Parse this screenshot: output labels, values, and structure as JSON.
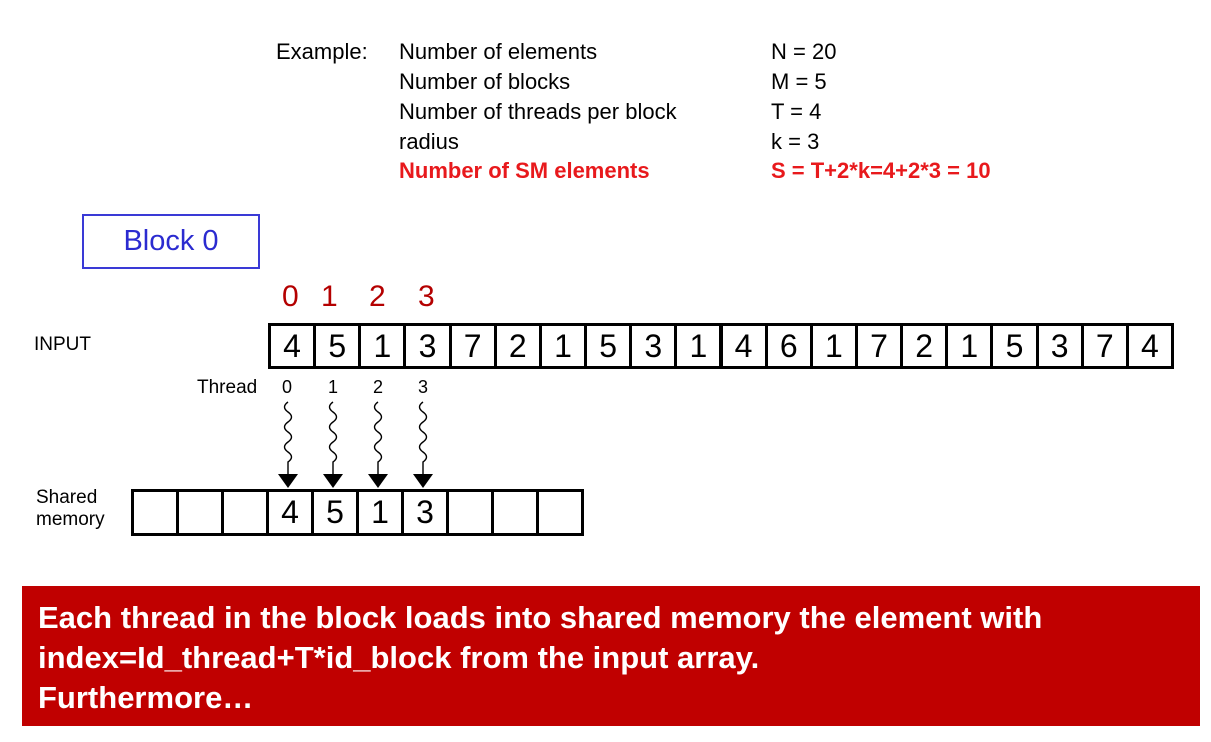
{
  "example": {
    "label": "Example:",
    "rows": [
      {
        "name": "Number of elements",
        "value": "N = 20",
        "highlight": false
      },
      {
        "name": "Number of blocks",
        "value": "M = 5",
        "highlight": false
      },
      {
        "name": "Number of threads per block",
        "value": "T = 4",
        "highlight": false
      },
      {
        "name": "radius",
        "value": "k = 3",
        "highlight": false
      },
      {
        "name": "Number of SM elements",
        "value": "S = T+2*k=4+2*3 = 10",
        "highlight": true
      }
    ]
  },
  "block_label": "Block 0",
  "thread_indices": [
    "0",
    "1",
    "2",
    "3"
  ],
  "input": {
    "label": "INPUT",
    "values": [
      "4",
      "5",
      "1",
      "3",
      "7",
      "2",
      "1",
      "5",
      "3",
      "1",
      "4",
      "6",
      "1",
      "7",
      "2",
      "1",
      "5",
      "3",
      "7",
      "4"
    ]
  },
  "thread_row": {
    "label": "Thread",
    "numbers": [
      "0",
      "1",
      "2",
      "3"
    ]
  },
  "shared": {
    "label_line1": "Shared",
    "label_line2": "memory",
    "values": [
      "",
      "",
      "",
      "4",
      "5",
      "1",
      "3",
      "",
      "",
      ""
    ]
  },
  "banner": {
    "line1": "Each thread in the block loads into shared memory the element with",
    "line2": "index=Id_thread+T*id_block from the input array.",
    "line3": "Furthermore…"
  },
  "colors": {
    "highlight_red": "#e8191c",
    "block_blue": "#2b2bd0",
    "index_darkred": "#b40000",
    "banner_bg": "#c00000"
  }
}
